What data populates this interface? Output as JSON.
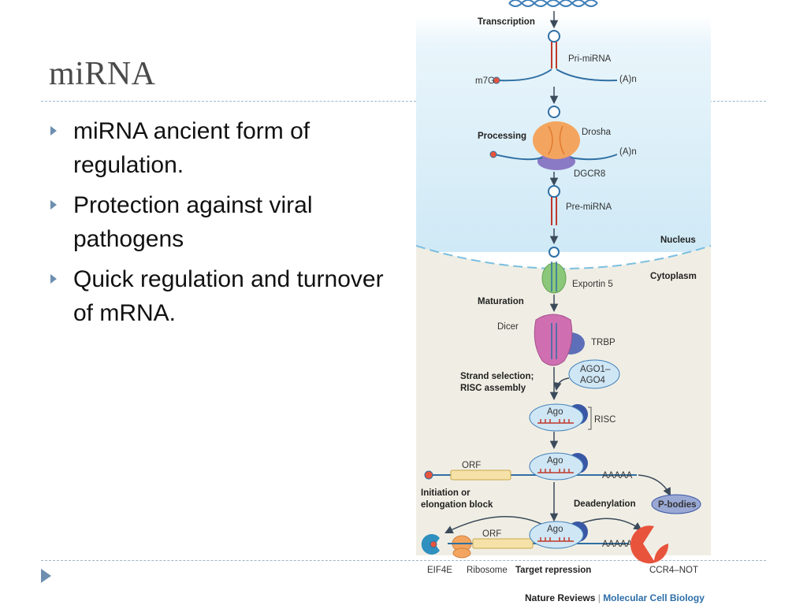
{
  "slide": {
    "title": "miRNA",
    "bullets": [
      "miRNA ancient form of regulation.",
      "Protection against viral pathogens",
      "Quick regulation and turnover of mRNA."
    ]
  },
  "diagram": {
    "steps": {
      "transcription": "Transcription",
      "processing": "Processing",
      "maturation": "Maturation",
      "strand_selection_line1": "Strand selection;",
      "strand_selection_line2": "RISC assembly",
      "initiation_line1": "Initiation or",
      "initiation_line2": "elongation block",
      "deadenylation": "Deadenylation",
      "target_repression": "Target repression"
    },
    "labels": {
      "pri_mirna": "Pri-miRNA",
      "cap": "m7G",
      "poly_a": "(A)n",
      "drosha": "Drosha",
      "dgcr8": "DGCR8",
      "pre_mirna": "Pre-miRNA",
      "nucleus": "Nucleus",
      "cytoplasm": "Cytoplasm",
      "exportin": "Exportin 5",
      "dicer": "Dicer",
      "trbp": "TRBP",
      "ago1_line1": "AGO1–",
      "ago1_line2": "AGO4",
      "ago": "Ago",
      "risc": "RISC",
      "orf": "ORF",
      "aaaaa": "AAAAA",
      "p_bodies": "P-bodies",
      "eif4e": "EIF4E",
      "ribosome": "Ribosome",
      "ccr4_not": "CCR4–NOT"
    },
    "credit": {
      "publisher": "Nature Reviews",
      "separator": "|",
      "journal": "Molecular Cell Biology"
    }
  },
  "colors": {
    "nucleus_bg": "#dceff9",
    "cytoplasm_bg": "#f0eee4",
    "drosha": "#f3a55f",
    "dgcr8": "#8a79c4",
    "exportin": "#8cc87a",
    "dicer": "#cf6fb1",
    "ago": "#cfe6f5",
    "ccr4_not": "#e8533c",
    "p_bodies": "#9aa8d4",
    "bullet": "#6d8fb0"
  }
}
